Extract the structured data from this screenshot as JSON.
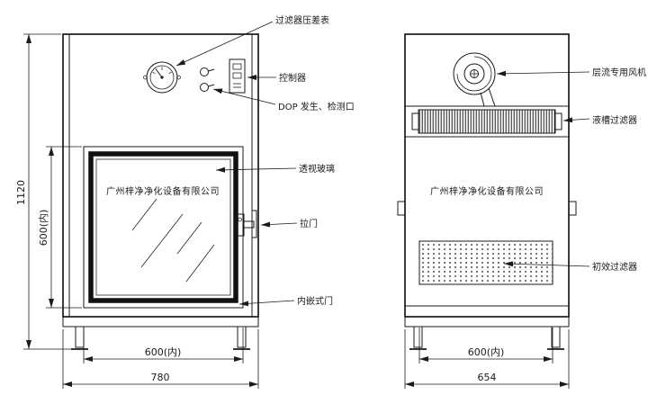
{
  "company": "广州梓净净化设备有限公司",
  "front": {
    "labels": {
      "gauge": "过滤器压差表",
      "controller": "控制器",
      "dop": "DOP 发生、检测口",
      "glass": "透视玻璃",
      "handle": "拉门",
      "door": "内嵌式门"
    },
    "dims": {
      "total_height": "1120",
      "window_height": "600(内)",
      "window_width": "600(内)",
      "total_width": "780"
    }
  },
  "side": {
    "labels": {
      "fan": "层流专用风机",
      "liquid_filter": "液槽过滤器",
      "primary_filter": "初效过滤器"
    },
    "dims": {
      "inner_width": "600(内)",
      "total_width": "654"
    }
  }
}
